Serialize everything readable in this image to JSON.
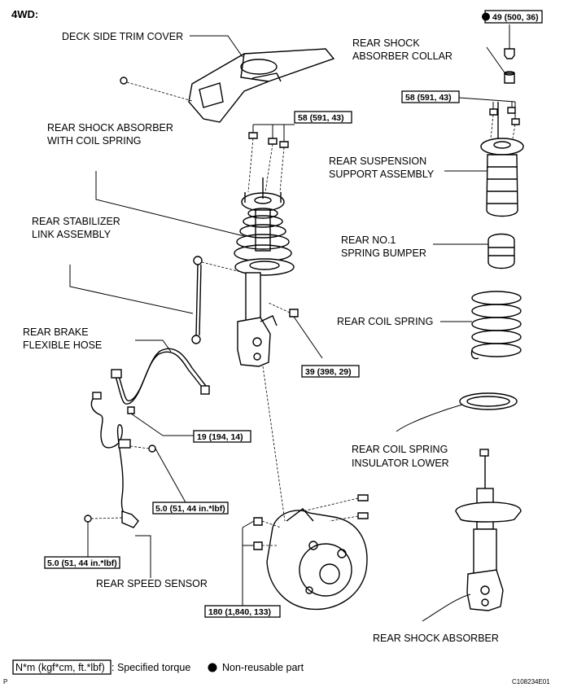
{
  "header": {
    "drive_type": "4WD:"
  },
  "labels": {
    "deck_side_trim_cover": "DECK SIDE TRIM COVER",
    "rear_shock_absorber_collar_1": "REAR SHOCK",
    "rear_shock_absorber_collar_2": "ABSORBER COLLAR",
    "rear_shock_with_coil_1": "REAR SHOCK ABSORBER",
    "rear_shock_with_coil_2": "WITH COIL SPRING",
    "rear_suspension_support_1": "REAR SUSPENSION",
    "rear_suspension_support_2": "SUPPORT ASSEMBLY",
    "rear_stabilizer_link_1": "REAR STABILIZER",
    "rear_stabilizer_link_2": "LINK ASSEMBLY",
    "rear_no1_spring_bumper_1": "REAR NO.1",
    "rear_no1_spring_bumper_2": "SPRING BUMPER",
    "rear_coil_spring": "REAR COIL SPRING",
    "rear_brake_flexible_hose_1": "REAR BRAKE",
    "rear_brake_flexible_hose_2": "FLEXIBLE HOSE",
    "rear_coil_spring_insulator_1": "REAR COIL SPRING",
    "rear_coil_spring_insulator_2": "INSULATOR LOWER",
    "rear_speed_sensor": "REAR SPEED SENSOR",
    "rear_shock_absorber": "REAR SHOCK ABSORBER"
  },
  "torques": {
    "t_collar_nut": "49 (500, 36)",
    "t_support_top": "58 (591, 43)",
    "t_shock_top": "58 (591, 43)",
    "t_stabilizer_nut": "39 (398, 29)",
    "t_hose_bolt": "19 (194, 14)",
    "t_sensor_bolt_1": "5.0 (51, 44 in.*lbf)",
    "t_sensor_bolt_2": "5.0 (51, 44 in.*lbf)",
    "t_knuckle_bolts": "180 (1,840, 133)"
  },
  "legend": {
    "unit_box": "N*m (kgf*cm, ft.*lbf)",
    "unit_desc": ": Specified torque",
    "non_reusable": "Non-reusable part"
  },
  "footer": {
    "left_mark": "P",
    "figure_code": "C108234E01"
  }
}
